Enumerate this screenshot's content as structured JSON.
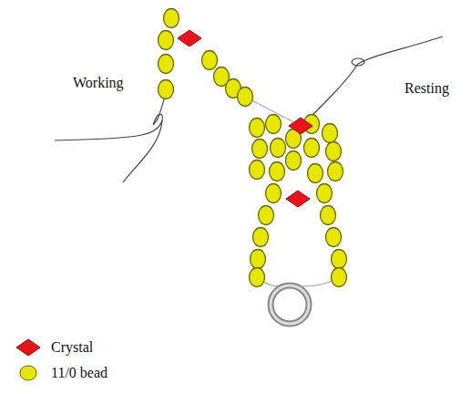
{
  "diagram": {
    "labels": [
      "Working",
      "Resting"
    ],
    "legend": [
      {
        "text": "Crystal",
        "color": "#e8141c"
      },
      {
        "text": "11/0 bead",
        "color": "#e6e600"
      }
    ]
  }
}
